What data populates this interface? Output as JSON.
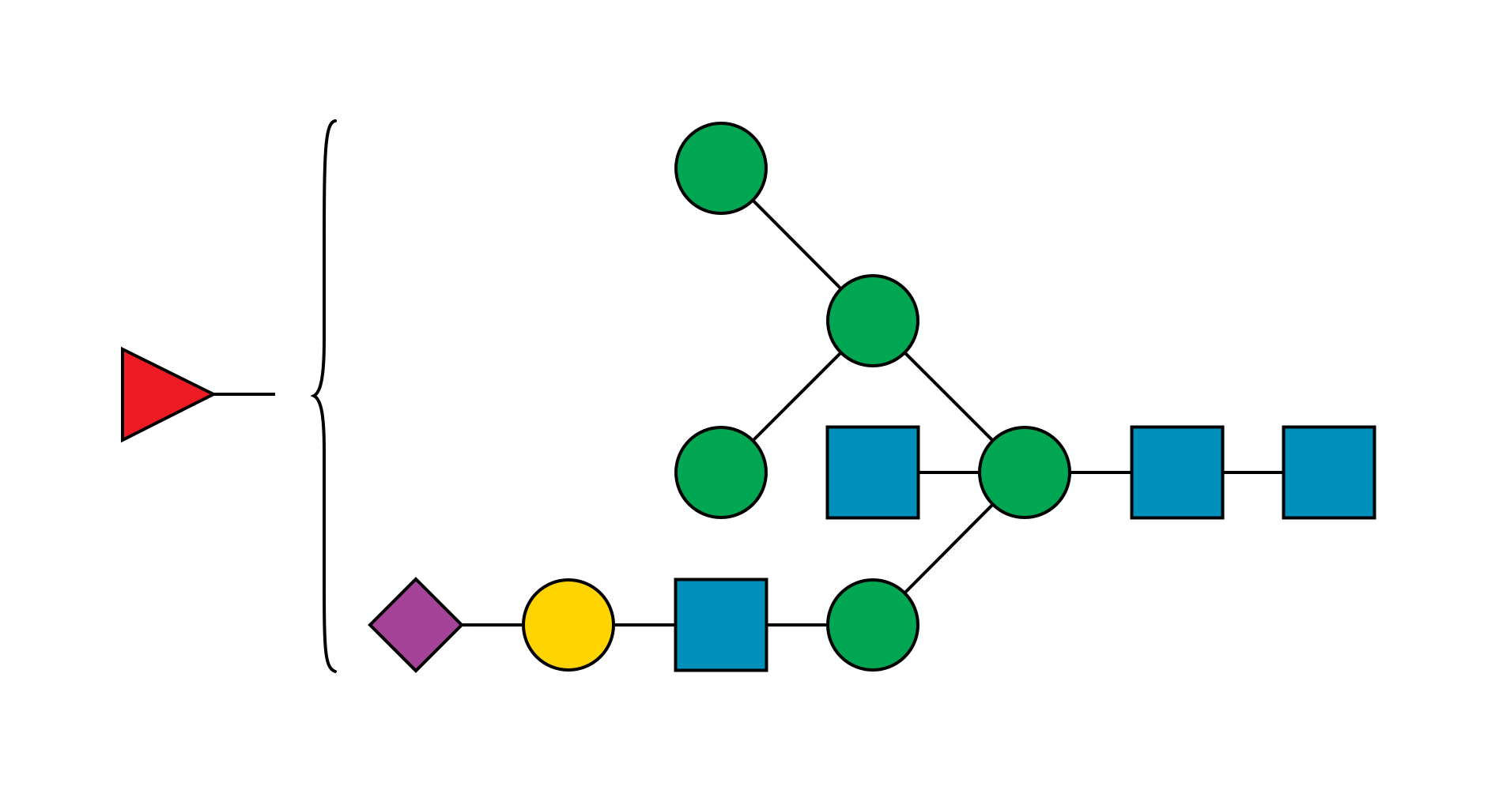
{
  "diagram": {
    "type": "glycan-structure",
    "colors": {
      "background": "#ffffff",
      "outline": "#000000",
      "link": "#000000",
      "mannose-green": "#00A651",
      "glcnac-blue": "#0090BC",
      "galactose-yellow": "#FFD400",
      "fucose-red": "#ED1C24",
      "sialic-acid-purple": "#A54399"
    },
    "residues": [
      {
        "id": "m-top",
        "shape": "circle",
        "color": "mannose-green"
      },
      {
        "id": "m-branch",
        "shape": "circle",
        "color": "mannose-green"
      },
      {
        "id": "m-left",
        "shape": "circle",
        "color": "mannose-green"
      },
      {
        "id": "m-core",
        "shape": "circle",
        "color": "mannose-green"
      },
      {
        "id": "m-lower",
        "shape": "circle",
        "color": "mannose-green"
      },
      {
        "id": "gn-bisect",
        "shape": "square",
        "color": "glcnac-blue"
      },
      {
        "id": "gn-core1",
        "shape": "square",
        "color": "glcnac-blue"
      },
      {
        "id": "gn-core2",
        "shape": "square",
        "color": "glcnac-blue"
      },
      {
        "id": "gn-lower",
        "shape": "square",
        "color": "glcnac-blue"
      },
      {
        "id": "gal",
        "shape": "circle",
        "color": "galactose-yellow"
      },
      {
        "id": "sia",
        "shape": "diamond",
        "color": "sialic-acid-purple"
      },
      {
        "id": "fuc",
        "shape": "triangle",
        "color": "fucose-red"
      }
    ],
    "links": [
      [
        "m-top",
        "m-branch"
      ],
      [
        "m-left",
        "m-branch"
      ],
      [
        "m-branch",
        "m-core"
      ],
      [
        "gn-bisect",
        "m-core"
      ],
      [
        "m-core",
        "gn-core1"
      ],
      [
        "gn-core1",
        "gn-core2"
      ],
      [
        "m-lower",
        "m-core"
      ],
      [
        "gn-lower",
        "m-lower"
      ],
      [
        "gal",
        "gn-lower"
      ],
      [
        "sia",
        "gal"
      ]
    ],
    "fucose_attachment": "ambiguous-bracket"
  }
}
